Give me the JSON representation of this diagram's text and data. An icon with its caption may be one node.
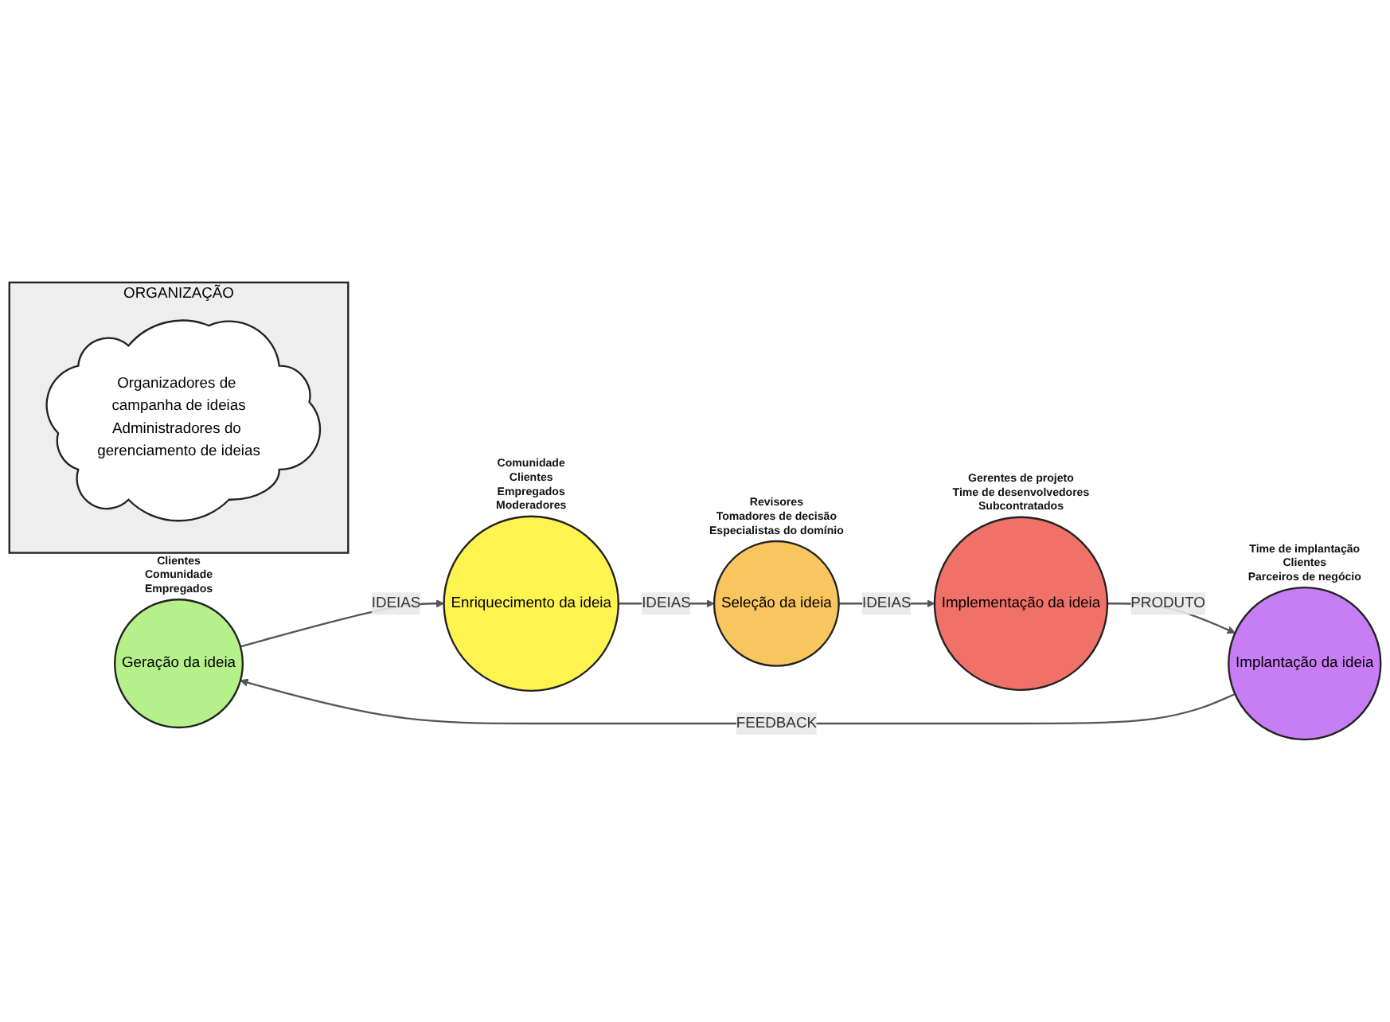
{
  "diagram": {
    "nodes": [
      {
        "text": [
          "ORGANIZAÇÃO"
        ]
      },
      {
        "text": [
          "Organizadores de campanha de ideias",
          "Administradores do gerenciamento de ideias"
        ],
        "in": 0
      },
      {
        "text": [
          "Geração da ideia"
        ],
        "beside": [
          "Clientes",
          "Comunidade",
          "Empregados"
        ]
      },
      {
        "text": [
          "Enriquecimento da ideia"
        ],
        "beside": [
          "Comunidade",
          "Clientes",
          "Empregados",
          "Moderadores"
        ]
      },
      {
        "text": [
          "Seleção da ideia"
        ],
        "beside": [
          "Revisores",
          "Tomadores de decisão",
          "Especialistas do domínio"
        ]
      },
      {
        "text": [
          "Implementação da ideia"
        ],
        "beside": [
          "Gerentes de projeto",
          "Time de desenvolvedores",
          "Subcontratados"
        ]
      },
      {
        "text": [
          "Implantação da ideia"
        ],
        "beside": [
          "Time de implantação",
          "Clientes",
          "Parceiros de negócio"
        ]
      }
    ],
    "edges": [
      {
        "from": 2,
        "to": 3,
        "arrow": "to",
        "label": "IDEIAS"
      },
      {
        "from": 3,
        "to": 4,
        "arrow": "to",
        "label": "IDEIAS"
      },
      {
        "from": 4,
        "to": 5,
        "arrow": "to",
        "label": "IDEIAS"
      },
      {
        "from": 5,
        "to": 6,
        "arrow": "to",
        "label": "PRODUTO"
      },
      {
        "from": 6,
        "to": 2,
        "arrow": "to",
        "label": "FEEDBACK"
      }
    ]
  }
}
